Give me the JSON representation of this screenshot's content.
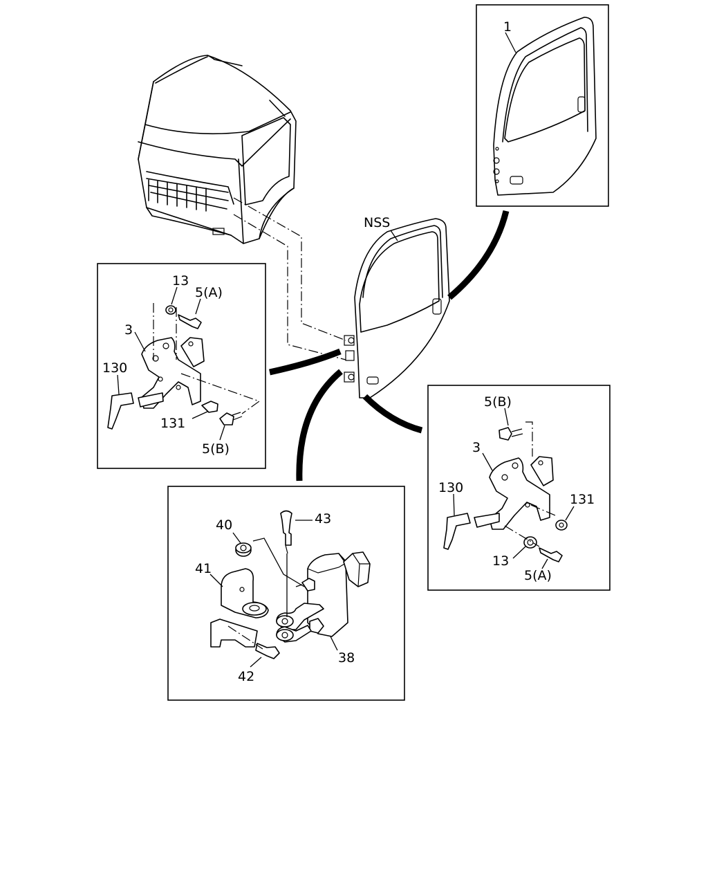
{
  "labels": {
    "door_panel_1": "1",
    "door_nss": "NSS",
    "upper_hinge": {
      "washer": "13",
      "bolt_a": "5(A)",
      "hinge": "3",
      "shim": "130",
      "screw": "131",
      "bolt_b": "5(B)"
    },
    "lower_hinge": {
      "bolt_b": "5(B)",
      "hinge": "3",
      "shim": "130",
      "screw": "131",
      "washer": "13",
      "bolt_a": "5(A)"
    },
    "door_check": {
      "nut": "40",
      "pin": "43",
      "bracket": "41",
      "check_unit": "38",
      "bolt": "42"
    }
  }
}
